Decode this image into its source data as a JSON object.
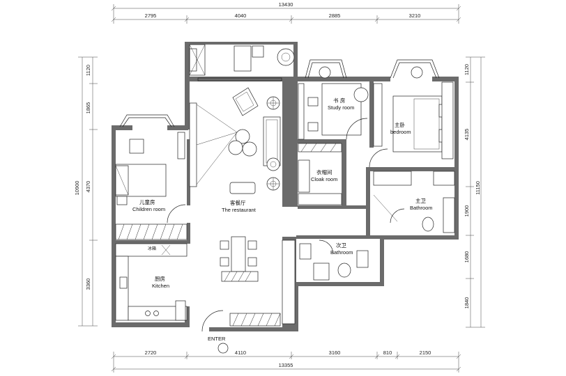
{
  "dimensions": {
    "top_total": "13430",
    "top_segments": [
      "2795",
      "4040",
      "2885",
      "3210"
    ],
    "bottom_total": "13355",
    "bottom_segments": [
      "2720",
      "4110",
      "3160",
      "810",
      "2150"
    ],
    "left_total": "10900",
    "left_segments": [
      "1120",
      "1865",
      "4370",
      "3360"
    ],
    "right_total": "11150",
    "right_segments": [
      "1120",
      "4135",
      "1900",
      "1680",
      "1840"
    ]
  },
  "rooms": {
    "study": {
      "zh": "书 房",
      "en": "Study room"
    },
    "master_bedroom": {
      "zh": "主卧",
      "en": "bedroom"
    },
    "cloakroom": {
      "zh": "衣帽间",
      "en": "Cloak room"
    },
    "master_bath": {
      "zh": "主卫",
      "en": "Bathroom"
    },
    "children": {
      "zh": "儿童房",
      "en": "Children room"
    },
    "living": {
      "zh": "客餐厅",
      "en": "The restaurant"
    },
    "kitchen": {
      "zh": "厨房",
      "en": "Kitchen"
    },
    "second_bath": {
      "zh": "次卫",
      "en": "Bathroom"
    },
    "fridge": {
      "zh": "冰箱"
    }
  },
  "entrance": "ENTER"
}
